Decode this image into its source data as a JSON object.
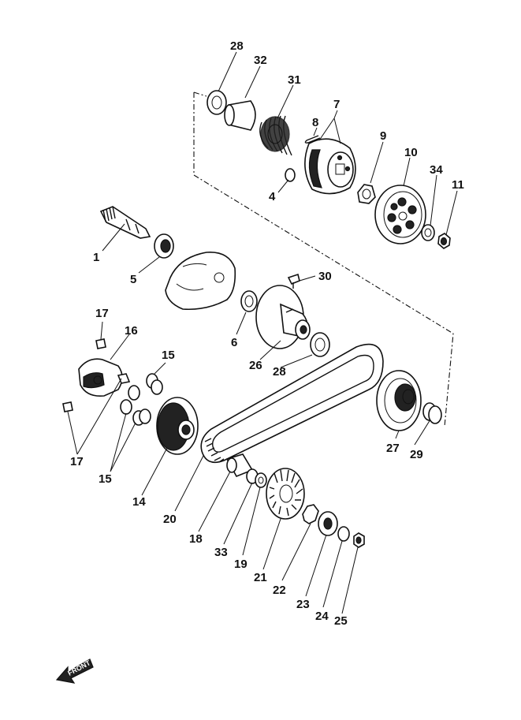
{
  "diagram": {
    "front_arrow_text": "FRONT",
    "callouts": {
      "c1": "1",
      "c4": "4",
      "c5": "5",
      "c6": "6",
      "c7": "7",
      "c8": "8",
      "c9": "9",
      "c10": "10",
      "c11": "11",
      "c14": "14",
      "c15": "15",
      "c15b": "15",
      "c16": "16",
      "c17": "17",
      "c17b": "17",
      "c18": "18",
      "c19": "19",
      "c20": "20",
      "c21": "21",
      "c22": "22",
      "c23": "23",
      "c24": "24",
      "c25": "25",
      "c26": "26",
      "c27": "27",
      "c28": "28",
      "c28b": "28",
      "c29": "29",
      "c30": "30",
      "c31": "31",
      "c32": "32",
      "c33": "33",
      "c34": "34"
    }
  }
}
